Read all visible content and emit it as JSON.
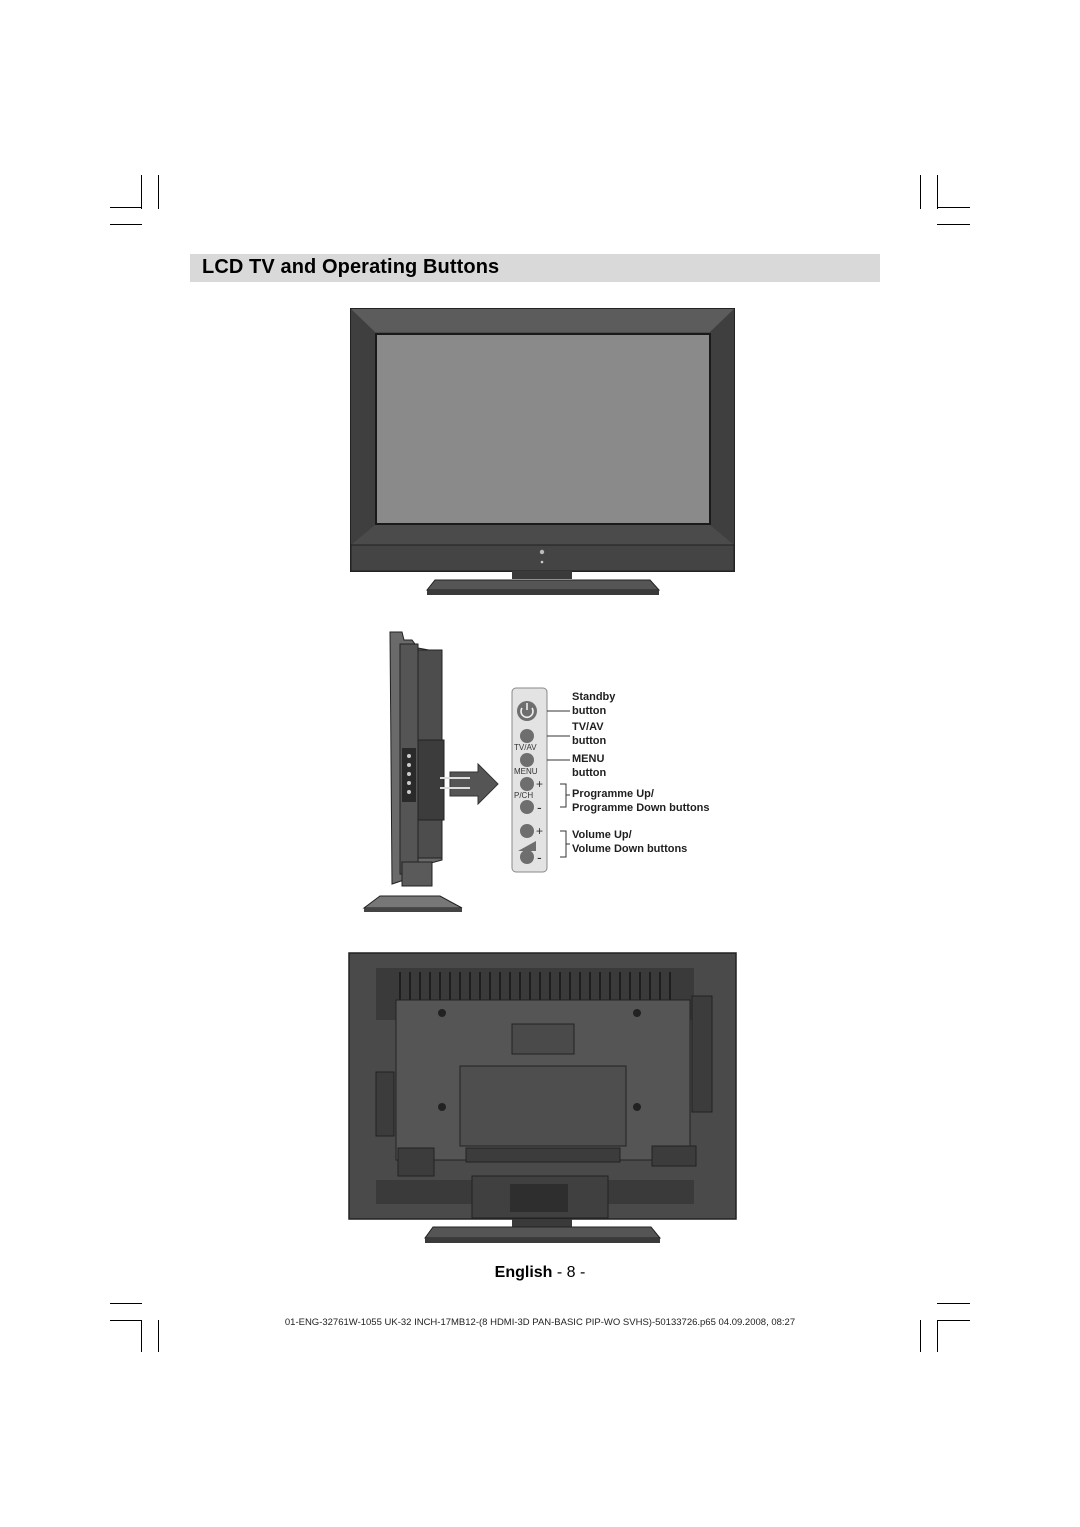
{
  "page": {
    "title": "LCD TV and Operating Buttons",
    "language": "English",
    "page_number": "- 8 -",
    "footer": "01-ENG-32761W-1055 UK-32 INCH-17MB12-(8 HDMI-3D PAN-BASIC PIP-WO SVHS)-50133726.p65   04.09.2008, 08:27"
  },
  "side_panel": {
    "button_labels": {
      "tvav": "TV/AV",
      "menu": "MENU",
      "pch": "P/CH",
      "plus": "+",
      "minus": "-"
    },
    "callouts": [
      {
        "title": "Standby",
        "detail": "button"
      },
      {
        "title": "TV/AV",
        "detail": "button"
      },
      {
        "title": "MENU",
        "detail": "button"
      },
      {
        "title": "Programme Up/",
        "detail": "Programme Down buttons"
      },
      {
        "title": "Volume Up/",
        "detail": "Volume Down buttons"
      }
    ]
  },
  "colors": {
    "title_bar": "#d9d9d9",
    "tv_body": "#4b4b4b",
    "tv_screen": "#8a8a8a",
    "panel_button": "#6e6e6e",
    "arrow": "#555555"
  }
}
